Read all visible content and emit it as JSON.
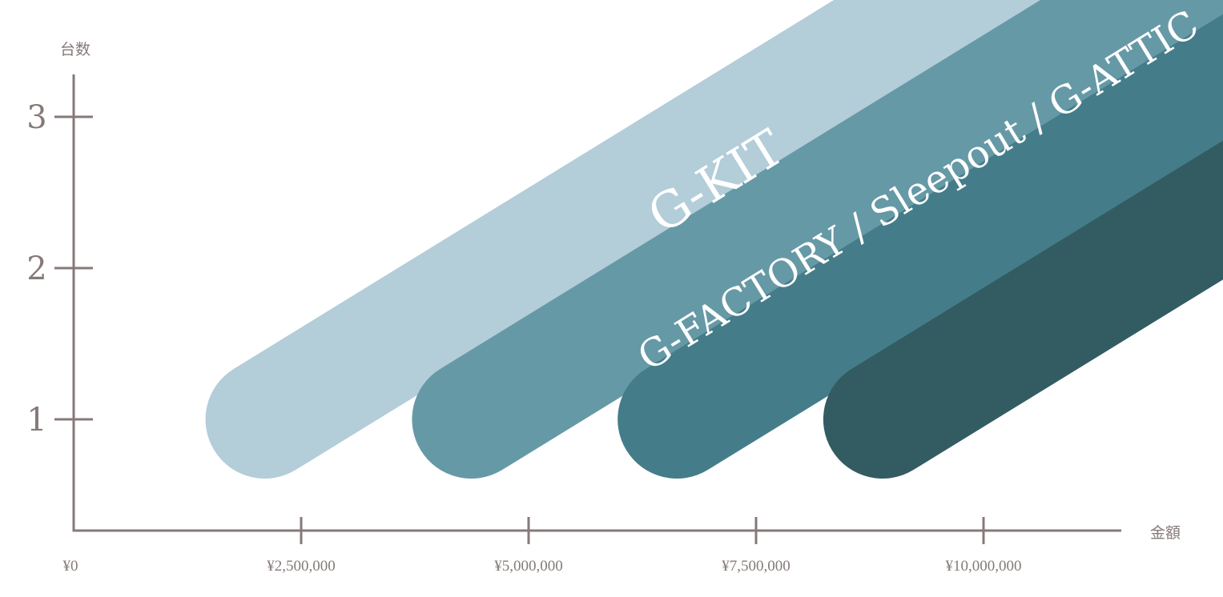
{
  "chart_data": {
    "type": "area",
    "x_axis": {
      "label": "金額",
      "ticks": [
        {
          "value": 0,
          "label": "¥0"
        },
        {
          "value": 2500000,
          "label": "¥2,500,000"
        },
        {
          "value": 5000000,
          "label": "¥5,000,000"
        },
        {
          "value": 7500000,
          "label": "¥7,500,000"
        },
        {
          "value": 10000000,
          "label": "¥10,000,000"
        }
      ],
      "range": [
        0,
        11500000
      ]
    },
    "y_axis": {
      "label": "台数",
      "ticks": [
        {
          "value": 1,
          "label": "1"
        },
        {
          "value": 2,
          "label": "2"
        },
        {
          "value": 3,
          "label": "3"
        }
      ],
      "range": [
        0.27,
        3.3
      ]
    },
    "grid": false,
    "series": [
      {
        "name": "G-KIT",
        "start_price": 2100000,
        "start_units": 1,
        "color": "#b3cdd9"
      },
      {
        "name": "G-FACTORY / Sleepout / G-ATTIC",
        "start_price": 4370000,
        "start_units": 1,
        "color": "#6699a6"
      },
      {
        "name": "",
        "start_price": 6630000,
        "start_units": 1,
        "color": "#447d89"
      },
      {
        "name": "",
        "start_price": 8890000,
        "start_units": 1,
        "color": "#335c62"
      }
    ],
    "axis_color": "#857a78",
    "label_color": "#ffffff"
  }
}
